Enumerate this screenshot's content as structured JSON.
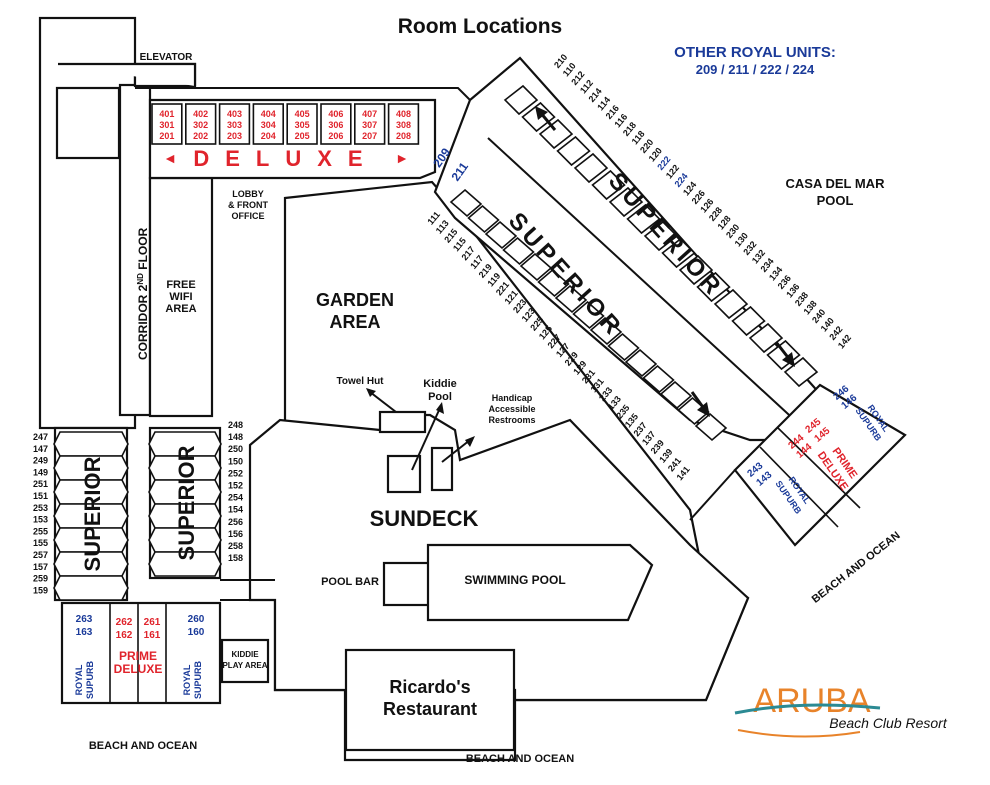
{
  "title": "Room Locations",
  "other_royal": {
    "heading": "OTHER ROYAL UNITS:",
    "units": "209 / 211 / 222 / 224"
  },
  "labels": {
    "elevator": "ELEVATOR",
    "lobby_line1": "LOBBY",
    "lobby_line2": "& FRONT",
    "lobby_line3": "OFFICE",
    "corridor": "CORRIDOR 2",
    "corridor_sup": "ND",
    "corridor_end": " FLOOR",
    "wifi_line1": "FREE",
    "wifi_line2": "WIFI",
    "wifi_line3": "AREA",
    "garden_line1": "GARDEN",
    "garden_line2": "AREA",
    "towel_hut": "Towel Hut",
    "kiddie_pool_line1": "Kiddie",
    "kiddie_pool_line2": "Pool",
    "restrooms_line1": "Handicap",
    "restrooms_line2": "Accessible",
    "restrooms_line3": "Restrooms",
    "sundeck": "SUNDECK",
    "pool_bar": "POOL BAR",
    "swimming_pool": "SWIMMING POOL",
    "restaurant_line1": "Ricardo's",
    "restaurant_line2": "Restaurant",
    "beach_ocean": "BEACH AND OCEAN",
    "casa_line1": "CASA DEL MAR",
    "casa_line2": "POOL",
    "kiddie_play_line1": "KIDDIE",
    "kiddie_play_line2": "PLAY AREA",
    "deluxe": "DELUXE",
    "superior": "SUPERIOR",
    "royal_line1": "ROYAL",
    "royal_line2": "SUPURB",
    "prime_line1": "PRIME",
    "prime_line2": "DELUXE",
    "arrow_left": "◄",
    "arrow_right": "►"
  },
  "logo": {
    "name": "ARUBA",
    "tagline": "Beach Club Resort"
  },
  "deluxe_units": [
    [
      "401",
      "301",
      "201"
    ],
    [
      "402",
      "302",
      "202"
    ],
    [
      "403",
      "303",
      "203"
    ],
    [
      "404",
      "304",
      "204"
    ],
    [
      "405",
      "305",
      "205"
    ],
    [
      "406",
      "306",
      "206"
    ],
    [
      "407",
      "307",
      "207"
    ],
    [
      "408",
      "308",
      "208"
    ]
  ],
  "left_wing_numbers": [
    "247",
    "147",
    "249",
    "149",
    "251",
    "151",
    "253",
    "153",
    "255",
    "155",
    "257",
    "157",
    "259",
    "159"
  ],
  "inner_wing_numbers": [
    "248",
    "148",
    "250",
    "150",
    "252",
    "152",
    "254",
    "154",
    "256",
    "156",
    "258",
    "158"
  ],
  "bottom_left_units": {
    "royal_a": [
      "263",
      "163"
    ],
    "prime_a": [
      "262",
      "162"
    ],
    "prime_b": [
      "261",
      "161"
    ],
    "royal_b": [
      "260",
      "160"
    ]
  },
  "diag_outer_numbers": [
    "210",
    "110",
    "212",
    "112",
    "214",
    "114",
    "216",
    "116",
    "218",
    "118",
    "220",
    "120",
    "222",
    "122",
    "224",
    "124",
    "226",
    "126",
    "228",
    "128",
    "230",
    "130",
    "232",
    "132",
    "234",
    "134",
    "236",
    "136",
    "238",
    "138",
    "240",
    "140",
    "242",
    "142"
  ],
  "diag_inner_numbers": [
    "111",
    "113",
    "215",
    "115",
    "217",
    "117",
    "219",
    "119",
    "221",
    "121",
    "223",
    "123",
    "225",
    "125",
    "227",
    "127",
    "229",
    "129",
    "231",
    "131",
    "233",
    "133",
    "235",
    "135",
    "237",
    "137",
    "239",
    "139",
    "241",
    "141"
  ],
  "blue_diag": [
    "209",
    "211"
  ],
  "right_units": {
    "royal_a": [
      "246",
      "146"
    ],
    "prime": [
      "245",
      "145",
      "244",
      "144"
    ],
    "royal_b": [
      "243",
      "143"
    ]
  },
  "colors": {
    "red": "#e0242c",
    "blue": "#1a3a99",
    "logo_orange": "#e8832a",
    "logo_teal": "#2b8a93"
  }
}
